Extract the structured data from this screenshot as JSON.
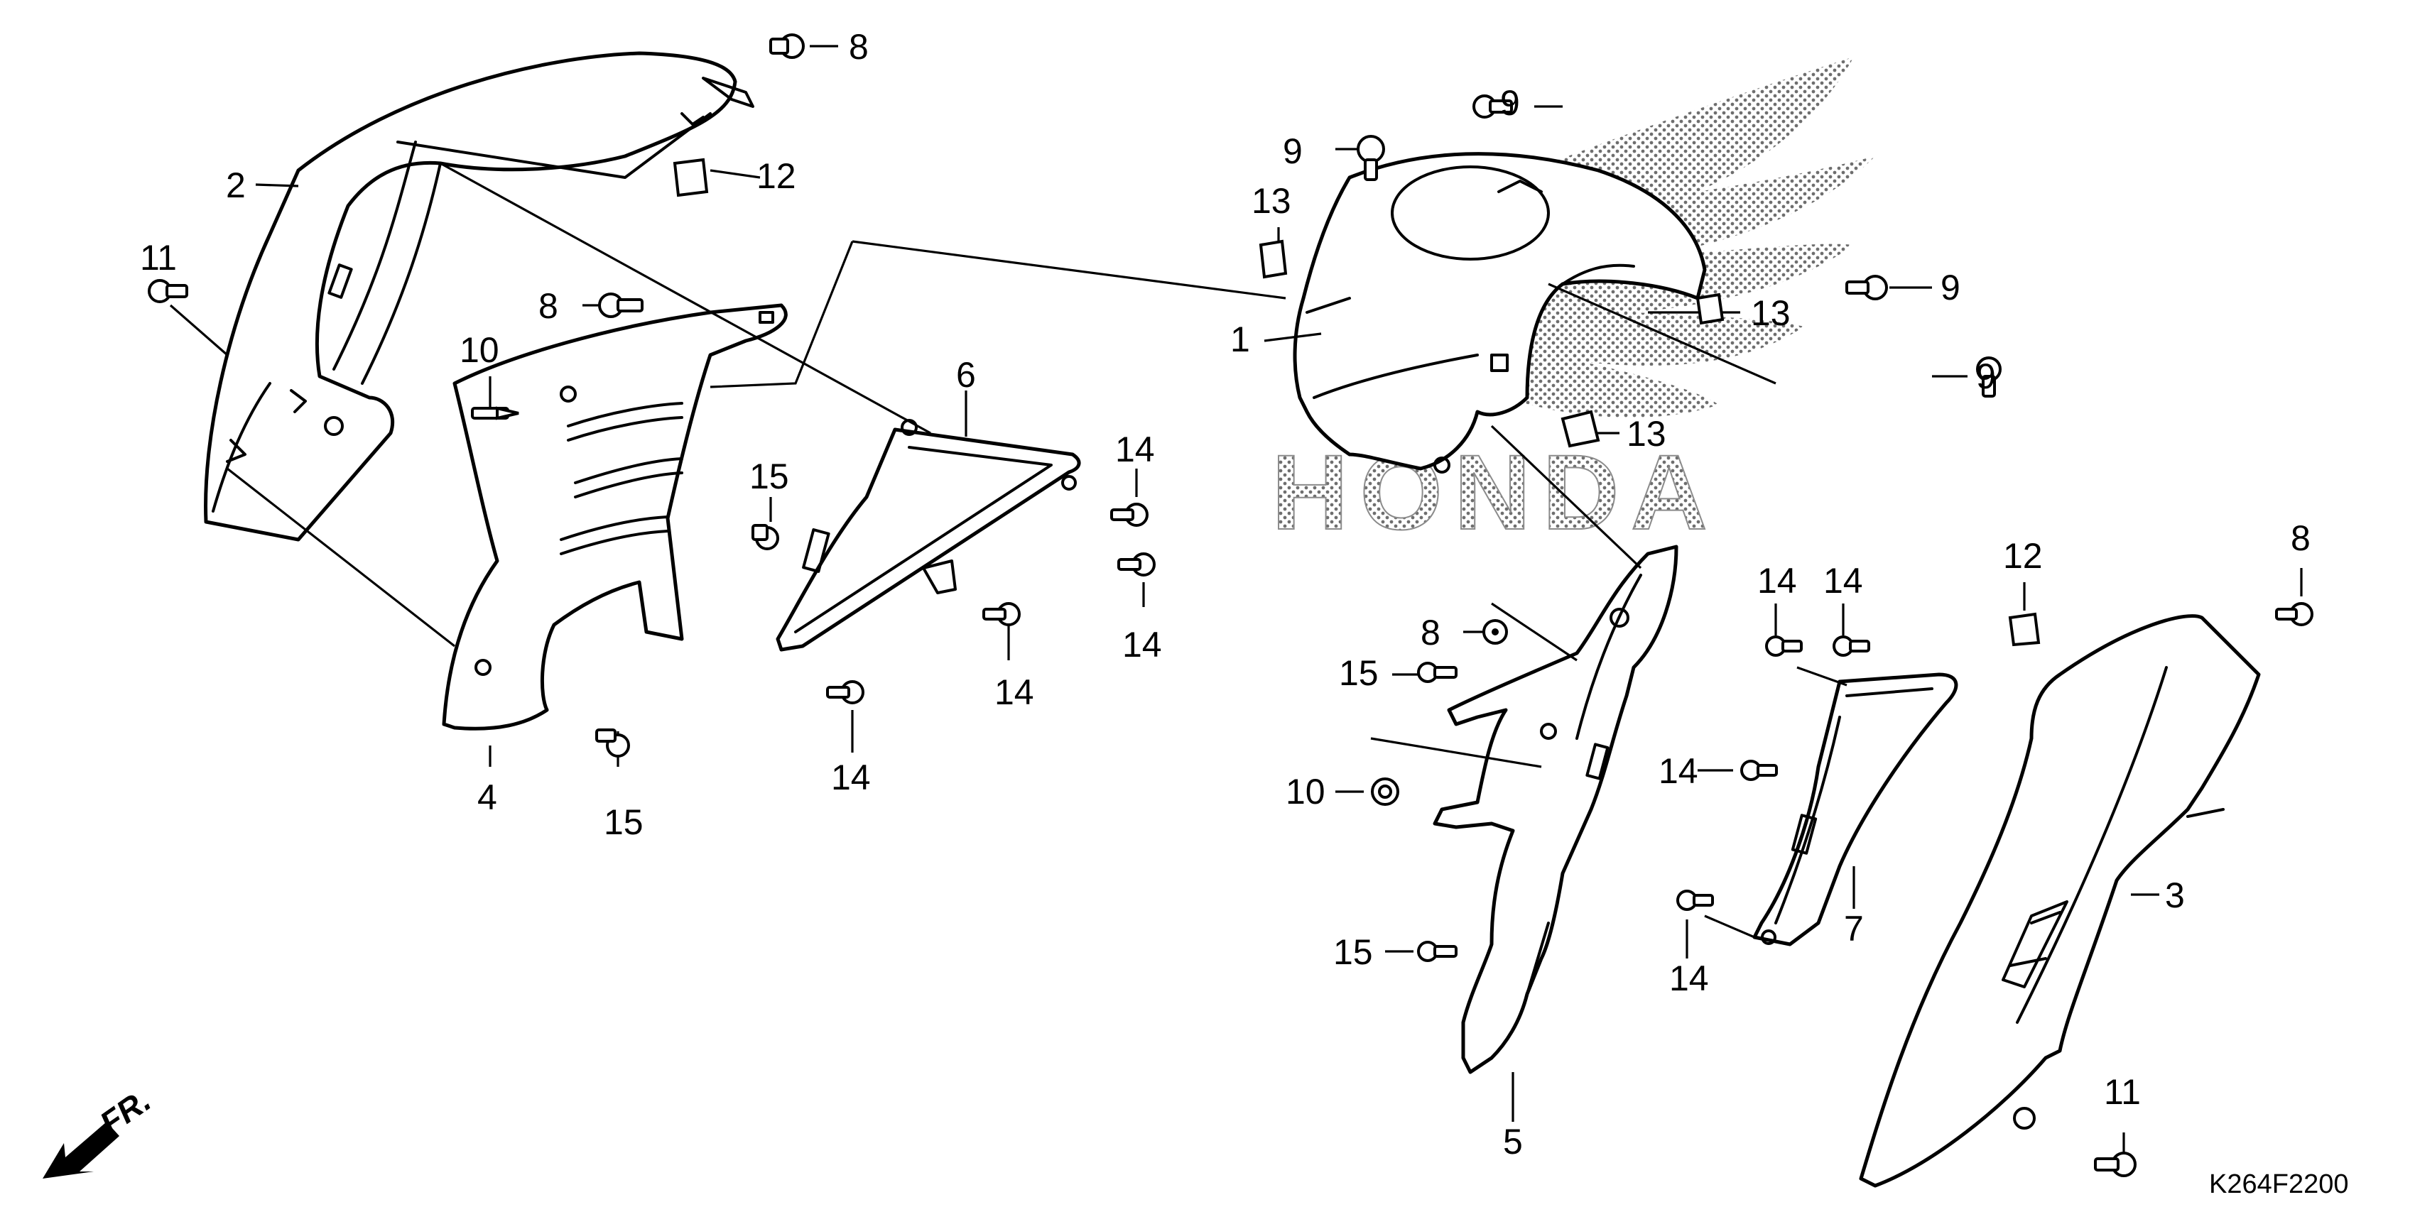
{
  "diagram": {
    "watermark_brand": "HONDA",
    "diagram_code": "K264F2200",
    "front_indicator": "FR.",
    "callouts": [
      {
        "id": "c-8a",
        "text": "8"
      },
      {
        "id": "c-12a",
        "text": "12"
      },
      {
        "id": "c-2",
        "text": "2"
      },
      {
        "id": "c-11a",
        "text": "11"
      },
      {
        "id": "c-8b",
        "text": "8"
      },
      {
        "id": "c-10a",
        "text": "10"
      },
      {
        "id": "c-15a",
        "text": "15"
      },
      {
        "id": "c-6",
        "text": "6"
      },
      {
        "id": "c-14a",
        "text": "14"
      },
      {
        "id": "c-14b",
        "text": "14"
      },
      {
        "id": "c-14c",
        "text": "14"
      },
      {
        "id": "c-14d",
        "text": "14"
      },
      {
        "id": "c-4",
        "text": "4"
      },
      {
        "id": "c-15b",
        "text": "15"
      },
      {
        "id": "c-9a",
        "text": "9"
      },
      {
        "id": "c-9b",
        "text": "9"
      },
      {
        "id": "c-13a",
        "text": "13"
      },
      {
        "id": "c-1",
        "text": "1"
      },
      {
        "id": "c-9c",
        "text": "9"
      },
      {
        "id": "c-13b",
        "text": "13"
      },
      {
        "id": "c-9d",
        "text": "9"
      },
      {
        "id": "c-13c",
        "text": "13"
      },
      {
        "id": "c-8c",
        "text": "8"
      },
      {
        "id": "c-15c",
        "text": "15"
      },
      {
        "id": "c-10b",
        "text": "10"
      },
      {
        "id": "c-15d",
        "text": "15"
      },
      {
        "id": "c-5",
        "text": "5"
      },
      {
        "id": "c-14e",
        "text": "14"
      },
      {
        "id": "c-14f",
        "text": "14"
      },
      {
        "id": "c-14g",
        "text": "14"
      },
      {
        "id": "c-14h",
        "text": "14"
      },
      {
        "id": "c-7",
        "text": "7"
      },
      {
        "id": "c-12b",
        "text": "12"
      },
      {
        "id": "c-8d",
        "text": "8"
      },
      {
        "id": "c-3",
        "text": "3"
      },
      {
        "id": "c-11b",
        "text": "11"
      }
    ]
  }
}
